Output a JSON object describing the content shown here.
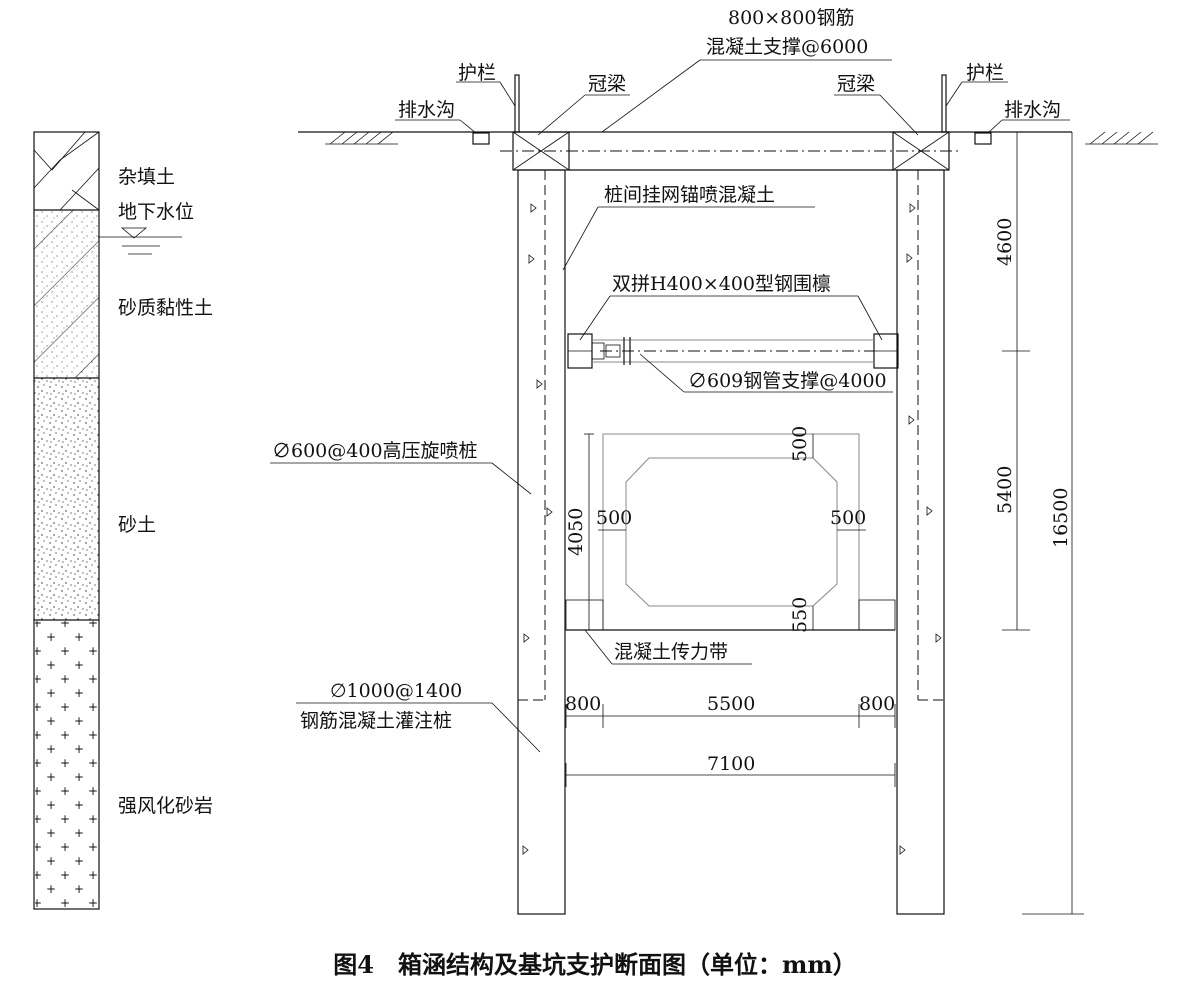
{
  "strata": [
    {
      "label": "杂填土"
    },
    {
      "label": "地下水位"
    },
    {
      "label": "砂质黏性土"
    },
    {
      "label": "砂土"
    },
    {
      "label": "强风化砂岩"
    }
  ],
  "labels": {
    "top_support_1": "800×800钢筋",
    "top_support_2": "混凝土支撑@6000",
    "guardrail_left": "护栏",
    "guardrail_right": "护栏",
    "crown_beam_left": "冠梁",
    "crown_beam_right": "冠梁",
    "drain_left": "排水沟",
    "drain_right": "排水沟",
    "shotcrete": "桩间挂网锚喷混凝土",
    "waler": "双拼H400×400型钢围檩",
    "steel_strut": "∅609钢管支撑@4000",
    "jet_grout": "∅600@400高压旋喷桩",
    "bored_pile_1": "∅1000@1400",
    "bored_pile_2": "钢筋混凝土灌注桩",
    "force_band": "混凝土传力带"
  },
  "dimensions": {
    "d4600": "4600",
    "d5400": "5400",
    "d16500": "16500",
    "d4050": "4050",
    "d500_top": "500",
    "d500_left": "500",
    "d500_right": "500",
    "d550": "550",
    "d800_left": "800",
    "d5500": "5500",
    "d800_right": "800",
    "d7100": "7100"
  },
  "caption": "图4　箱涵结构及基坑支护断面图（单位：mm）"
}
